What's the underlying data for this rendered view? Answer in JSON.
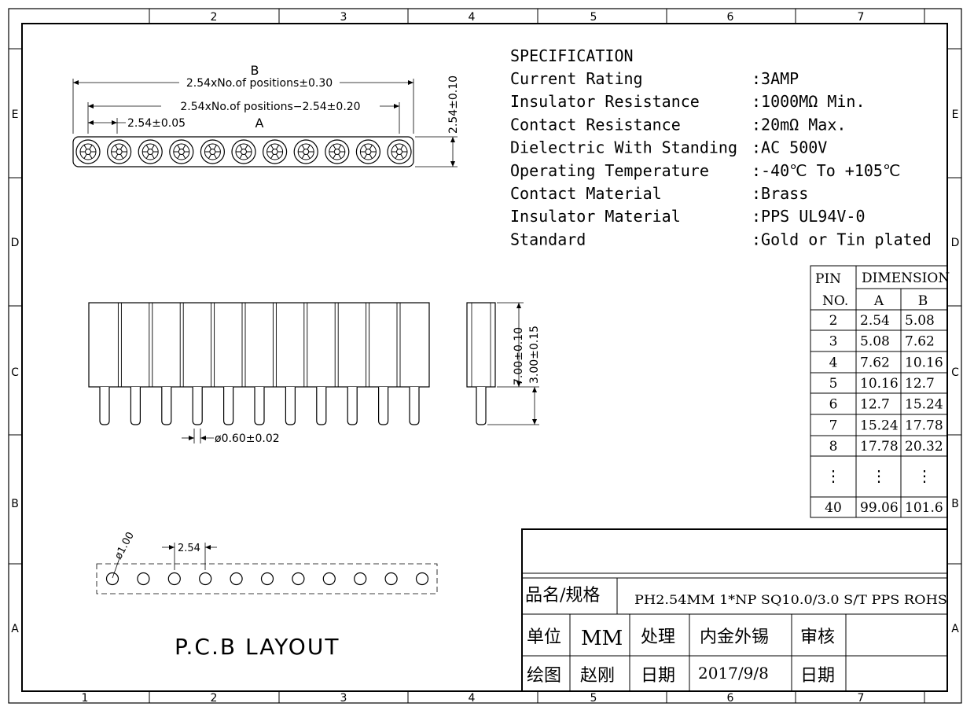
{
  "frame": {
    "columns": [
      "1",
      "2",
      "3",
      "4",
      "5",
      "6",
      "7"
    ],
    "rows": [
      "E",
      "D",
      "C",
      "B",
      "A"
    ]
  },
  "top_view": {
    "label_b": "B",
    "label_a": "A",
    "dim_b": "2.54xNo.of  positions±0.30",
    "dim_a": "2.54xNo.of  positions−2.54±0.20",
    "dim_pitch": "2.54±0.05",
    "dim_height": "2.54±0.10",
    "pin_count_drawn": 11
  },
  "front_view": {
    "dim_total": "7.00±0.10",
    "dim_body": "3.00±0.15",
    "dim_pin": "ø0.60±0.02"
  },
  "pcb": {
    "dim_hole": "ø1.00",
    "dim_pitch": "2.54",
    "title": "P.C.B LAYOUT"
  },
  "specification": {
    "heading": "SPECIFICATION",
    "rows": [
      {
        "label": "Current Rating",
        "value": ":3AMP"
      },
      {
        "label": "Insulator Resistance",
        "value": ":1000MΩ Min."
      },
      {
        "label": "Contact Resistance",
        "value": ":20mΩ Max."
      },
      {
        "label": "Dielectric With Standing",
        "value": ":AC 500V"
      },
      {
        "label": "Operating Temperature",
        "value": ":-40℃ To +105℃"
      },
      {
        "label": "Contact Material",
        "value": ":Brass"
      },
      {
        "label": "Insulator Material",
        "value": ":PPS UL94V-0"
      },
      {
        "label": "Standard",
        "value": ":Gold or Tin plated"
      }
    ]
  },
  "dimension_table": {
    "header_pin": "PIN",
    "header_no": "NO.",
    "header_dim": "DIMENSION",
    "header_a": "A",
    "header_b": "B",
    "rows": [
      [
        "2",
        "2.54",
        "5.08"
      ],
      [
        "3",
        "5.08",
        "7.62"
      ],
      [
        "4",
        "7.62",
        "10.16"
      ],
      [
        "5",
        "10.16",
        "12.7"
      ],
      [
        "6",
        "12.7",
        "15.24"
      ],
      [
        "7",
        "15.24",
        "17.78"
      ],
      [
        "8",
        "17.78",
        "20.32"
      ],
      [
        "⋮",
        "⋮",
        "⋮"
      ],
      [
        "40",
        "99.06",
        "101.6"
      ]
    ]
  },
  "title_block": {
    "name_label": "品名/规格",
    "name_value": "PH2.54MM 1*NP SQ10.0/3.0 S/T PPS ROHS",
    "unit_label": "单位",
    "unit_value": "MM",
    "process_label": "处理",
    "process_value": "内金外锡",
    "review_label": "审核",
    "drawn_label": "绘图",
    "drawn_value": "赵刚",
    "date_label": "日期",
    "date_value": "2017/9/8",
    "date_label_2": "日期"
  }
}
